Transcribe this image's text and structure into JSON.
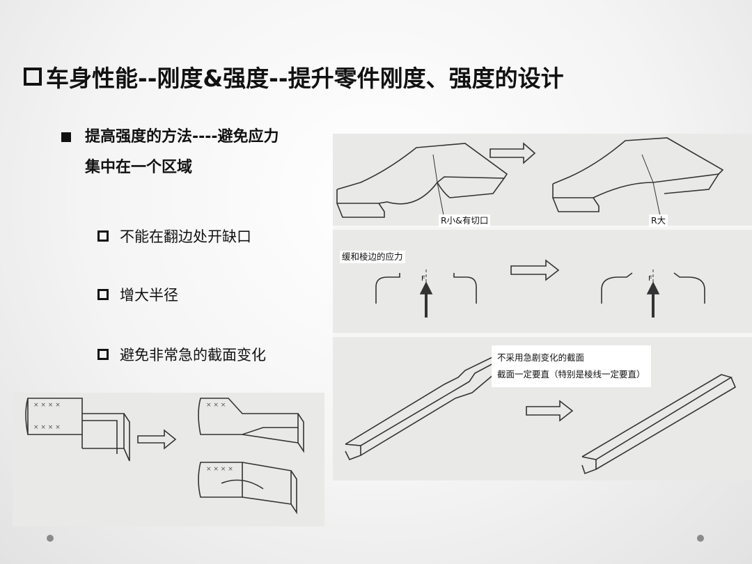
{
  "title": "车身性能--刚度&强度--提升零件刚度、强度的设计",
  "bullet": {
    "text": "提高强度的方法----避免应力集中在一个区域"
  },
  "sub_items": [
    {
      "text": "不能在翻边处开缺口"
    },
    {
      "text": "增大半径"
    },
    {
      "text": "避免非常急的截面变化"
    }
  ],
  "figure_labels": {
    "r_small": "R小&有切口",
    "r_large": "R大",
    "relieve_stress": "缓和棱边的应力",
    "force_left": "F",
    "force_right": "F",
    "no_abrupt_line1": "不采用急剧变化的截面",
    "no_abrupt_line2": "截面一定要直（特别是棱线一定要直）"
  },
  "colors": {
    "title": "#111111",
    "panel": "#e9e9e7",
    "line": "#333333"
  }
}
